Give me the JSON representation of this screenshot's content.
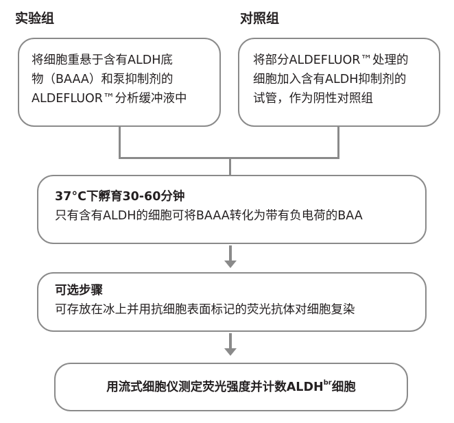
{
  "headings": {
    "experimental": "实验组",
    "control": "对照组"
  },
  "experimental_box": {
    "lines": [
      "将细胞重悬于含有ALDH底",
      "物（BAAA）和泵抑制剂的",
      "ALDEFLUOR™分析缓冲液中"
    ]
  },
  "control_box": {
    "lines": [
      "将部分ALDEFLUOR™处理的",
      "细胞加入含有ALDH抑制剂的",
      "试管，作为阴性对照组"
    ]
  },
  "incubate_box": {
    "title": "37°C下孵育30-60分钟",
    "text": "只有含有ALDH的细胞可将BAAA转化为带有负电荷的BAA"
  },
  "optional_box": {
    "title": "可选步骤",
    "text": "可存放在冰上并用抗细胞表面标记的荧光抗体对细胞复染"
  },
  "final_box": {
    "text_main": "用流式细胞仪测定荧光强度并计数ALDH",
    "text_sup": "br",
    "text_end": "细胞"
  },
  "colors": {
    "border": "#8a8a8a",
    "text": "#231f20"
  }
}
